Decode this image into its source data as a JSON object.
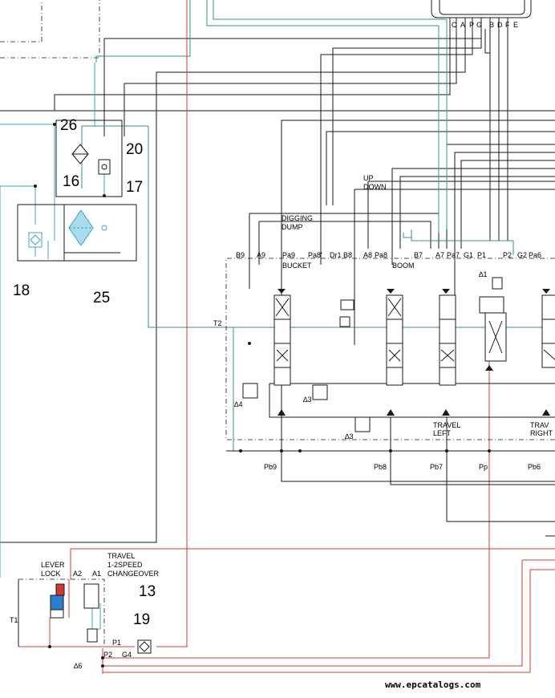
{
  "labels": {
    "port_c": "C",
    "port_a": "A",
    "port_p": "P",
    "port_g": "G",
    "port_b": "B",
    "port_d": "D",
    "port_f": "F",
    "port_e": "E",
    "b9": "B9",
    "a9": "A9",
    "pa9": "Pa9",
    "pa8p": "Pa8'",
    "dr1": "Dr1",
    "b8": "B8",
    "a8": "A8",
    "pa8": "Pa8",
    "b7": "B7",
    "a7": "A7",
    "pa7": "Pa7",
    "g1": "G1",
    "p1": "P1",
    "p2": "P2",
    "g2": "G2",
    "pa6": "Pa6",
    "t2": "T2",
    "pb9": "Pb9",
    "pb8": "Pb8",
    "pb7": "Pb7",
    "pp": "Pp",
    "pb6": "Pb6",
    "up": "UP",
    "down": "DOWN",
    "digging": "DIGGING",
    "dump": "DUMP",
    "bucket": "BUCKET",
    "boom": "BOOM",
    "travel_left_1": "TRAVEL",
    "travel_left_2": "LEFT",
    "travel_right_1": "TRAV",
    "travel_right_2": "RIGHT",
    "star1": "∆1",
    "star3a": "∆3",
    "star3b": "∆3",
    "star4": "∆4",
    "star6": "∆6",
    "lever_1": "LEVER",
    "lever_2": "LOCK",
    "a2": "A2",
    "a1": "A1",
    "travel_speed_1": "TRAVEL",
    "travel_speed_2": "1-2SPEED",
    "travel_speed_3": "CHANGEOVER",
    "t1": "T1",
    "p1_low": "P1",
    "p2_low": "P2",
    "g4": "G4"
  },
  "callouts": {
    "c26": "26",
    "c20": "20",
    "c16": "16",
    "c17": "17",
    "c18": "18",
    "c25": "25",
    "c13": "13",
    "c19": "19"
  },
  "watermark": "www.epcatalogs.com",
  "colors": {
    "black_line": "#1a1a1a",
    "green_line": "#2f9a6a",
    "red_line": "#d4382e",
    "blue_line": "#3aa6c8",
    "valve_blue": "#2b7fd0"
  }
}
